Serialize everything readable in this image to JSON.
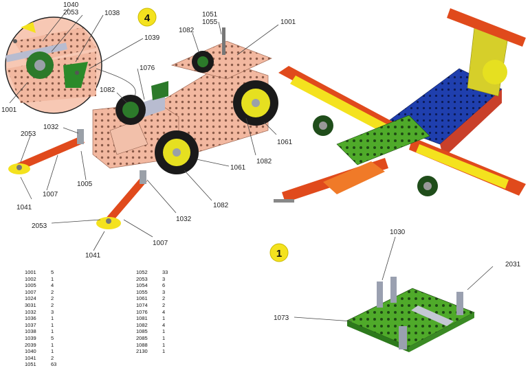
{
  "step_badges": {
    "left": "4",
    "right": "1"
  },
  "left_callouts": {
    "c1040": "1040",
    "c2053top": "2053",
    "c1038": "1038",
    "c1039": "1039",
    "c1001a": "1001",
    "c1082a": "1082",
    "c1076": "1076",
    "c1082b": "1082",
    "c1051": "1051",
    "c1055": "1055",
    "c1001b": "1001",
    "c1032a": "1032",
    "c2053a": "2053",
    "c1007a": "1007",
    "c1005": "1005",
    "c1041a": "1041",
    "c1061a": "1061",
    "c1061b": "1061",
    "c1082c": "1082",
    "c1082d": "1082",
    "c1032b": "1032",
    "c2053b": "2053",
    "c1007b": "1007",
    "c1041b": "1041"
  },
  "right_callouts": {
    "c1030": "1030",
    "c2031": "2031",
    "c1073": "1073"
  },
  "parts_table_left": [
    {
      "part": "1001",
      "qty": "5"
    },
    {
      "part": "1002",
      "qty": "1"
    },
    {
      "part": "1005",
      "qty": "4"
    },
    {
      "part": "1007",
      "qty": "2"
    },
    {
      "part": "1024",
      "qty": "2"
    },
    {
      "part": "3031",
      "qty": "2"
    },
    {
      "part": "1032",
      "qty": "3"
    },
    {
      "part": "1036",
      "qty": "1"
    },
    {
      "part": "1037",
      "qty": "1"
    },
    {
      "part": "1038",
      "qty": "1"
    },
    {
      "part": "1039",
      "qty": "5"
    },
    {
      "part": "2039",
      "qty": "1"
    },
    {
      "part": "1040",
      "qty": "1"
    },
    {
      "part": "1041",
      "qty": "2"
    },
    {
      "part": "1051",
      "qty": "63"
    }
  ],
  "parts_table_right": [
    {
      "part": "1052",
      "qty": "33"
    },
    {
      "part": "2053",
      "qty": "3"
    },
    {
      "part": "1054",
      "qty": "6"
    },
    {
      "part": "1055",
      "qty": "3"
    },
    {
      "part": "1061",
      "qty": "2"
    },
    {
      "part": "1074",
      "qty": "2"
    },
    {
      "part": "1076",
      "qty": "4"
    },
    {
      "part": "1081",
      "qty": "1"
    },
    {
      "part": "1082",
      "qty": "4"
    },
    {
      "part": "1085",
      "qty": "1"
    },
    {
      "part": "2085",
      "qty": "1"
    },
    {
      "part": "1088",
      "qty": "1"
    },
    {
      "part": "2130",
      "qty": "1"
    }
  ],
  "colors": {
    "salmon": "#f2b8a0",
    "red": "#e04a1c",
    "orange": "#f07a28",
    "yellow": "#f4e21e",
    "green": "#4faa2a",
    "dark_green": "#2c7a2a",
    "blue": "#1f3fae",
    "grey": "#a8a8b0",
    "tyre": "#1a1a1a",
    "hub_yellow": "#e6e020"
  }
}
